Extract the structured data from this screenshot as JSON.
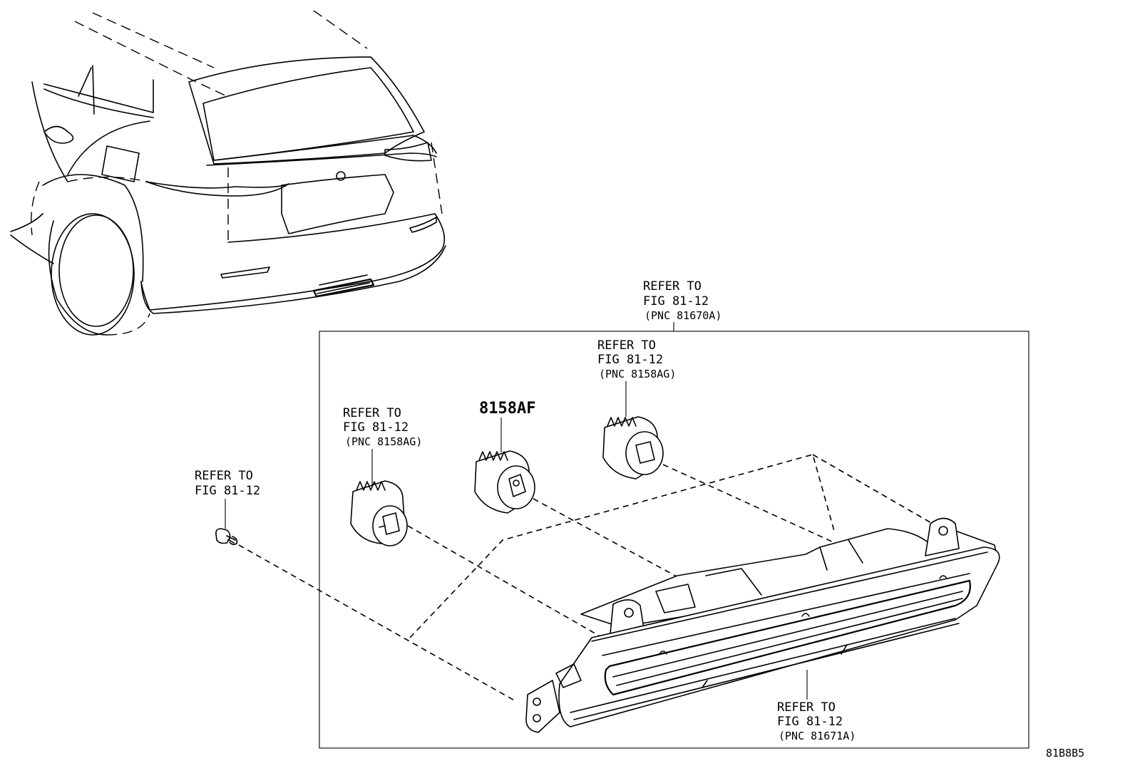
{
  "labels": {
    "outer_ref": {
      "line1": "REFER TO",
      "line2": "FIG 81-12",
      "line3": "(PNC 81670A)"
    },
    "socket_right_ref": {
      "line1": "REFER TO",
      "line2": "FIG 81-12",
      "line3": "(PNC 8158AG)"
    },
    "socket_left_ref": {
      "line1": "REFER TO",
      "line2": "FIG 81-12",
      "line3": "(PNC 8158AG)"
    },
    "socket_center_part": "8158AF",
    "screw_ref": {
      "line1": "REFER TO",
      "line2": "FIG 81-12"
    },
    "lens_ref": {
      "line1": "REFER TO",
      "line2": "FIG 81-12",
      "line3": "(PNC 81671A)"
    },
    "figure_code": "81B8B5"
  }
}
